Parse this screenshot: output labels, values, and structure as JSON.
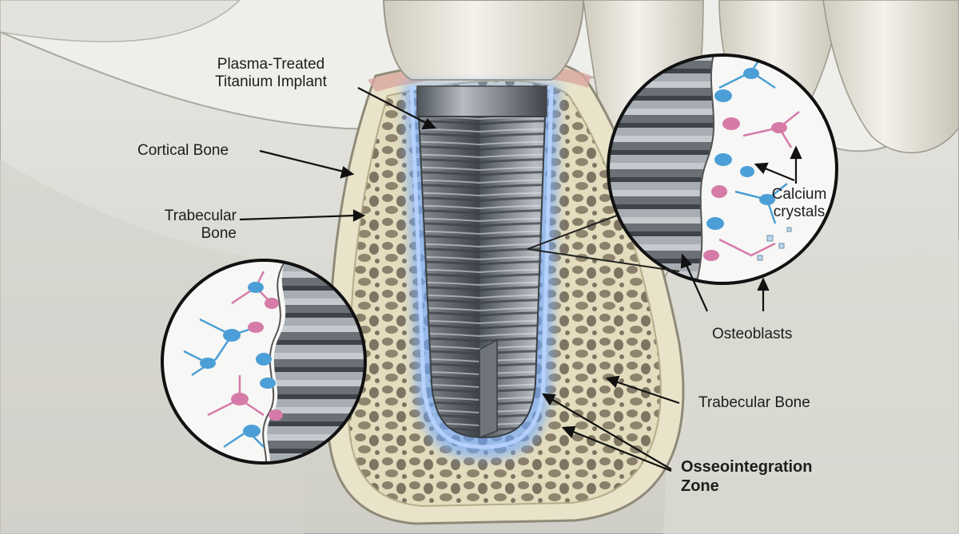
{
  "diagram": {
    "labels": {
      "implant_line1": "Plasma-Treated",
      "implant_line2": "Titanium Implant",
      "cortical_bone": "Cortical Bone",
      "trabecular_left_line1": "Trabecular",
      "trabecular_left_line2": "Bone",
      "calcium_line1": "Calcium",
      "calcium_line2": "crystals",
      "osteoblasts": "Osteoblasts",
      "trabecular_right": "Trabecular Bone",
      "osseo_line1": "Osseointegration",
      "osseo_line2": "Zone"
    },
    "colors": {
      "background": "#eeeeea",
      "jaw_bone": "#d9d8d2",
      "cortical": "#e8e3c9",
      "trabecular_fill": "#d6ceab",
      "pore": "#7a7060",
      "titanium": "#8b9096",
      "glow": "#6fa8ff",
      "cell_blue": "#4b9fd6",
      "cell_pink": "#d67aa8",
      "tooth": "#e9e6dc",
      "gum": "#d9a6a0"
    }
  }
}
